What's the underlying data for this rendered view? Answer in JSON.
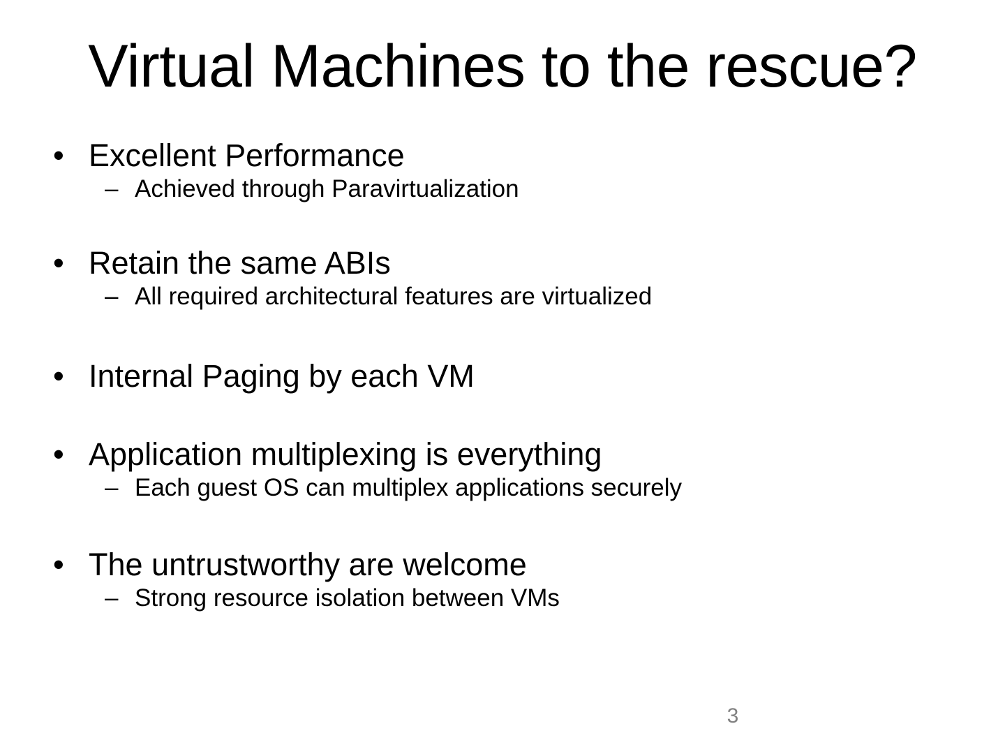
{
  "slide": {
    "title": "Virtual Machines to the rescue?",
    "page_number": "3",
    "background_color": "#ffffff",
    "text_color": "#000000",
    "page_number_color": "#808080",
    "bullet_marker": "•",
    "dash_marker": "–",
    "bullets": [
      {
        "text": "Excellent Performance",
        "sub": [
          {
            "text": "Achieved through Paravirtualization"
          }
        ]
      },
      {
        "text": "Retain the same ABIs",
        "sub": [
          {
            "text": "All required architectural features are virtualized"
          }
        ]
      },
      {
        "text": "Internal Paging by each VM",
        "sub": []
      },
      {
        "text": "Application multiplexing is everything",
        "sub": [
          {
            "text": "Each guest OS can multiplex applications securely"
          }
        ]
      },
      {
        "text": "The untrustworthy are welcome",
        "sub": [
          {
            "text": "Strong resource isolation between VMs"
          }
        ]
      }
    ]
  }
}
